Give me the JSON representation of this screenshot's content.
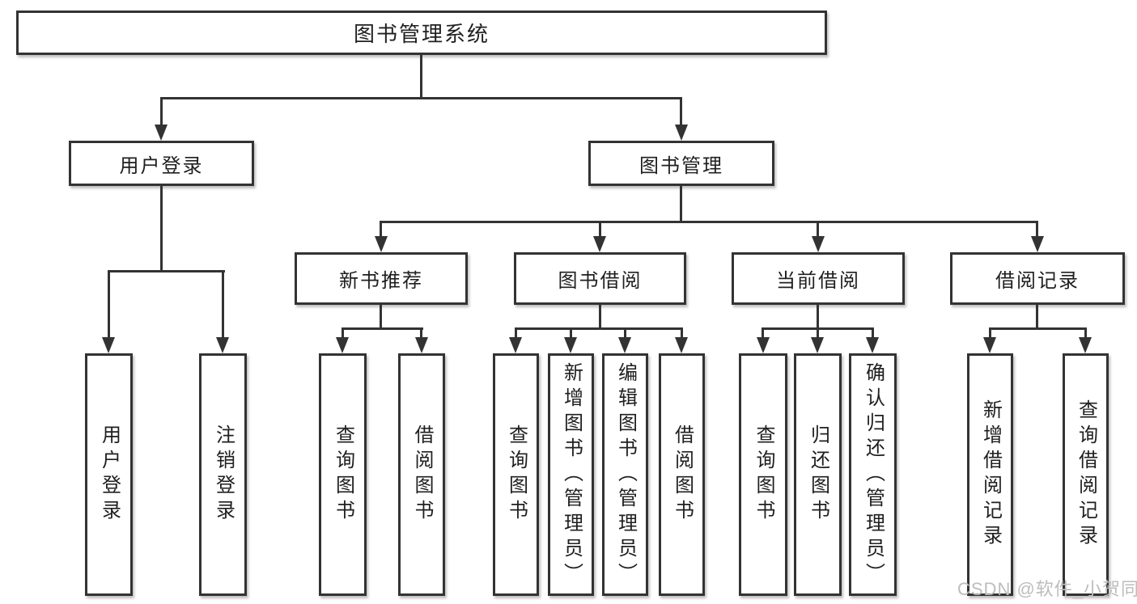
{
  "tree": {
    "label": "图书管理系统",
    "children": [
      {
        "label": "用户登录",
        "children": [
          {
            "label": "用户登录"
          },
          {
            "label": "注销登录"
          }
        ]
      },
      {
        "label": "图书管理",
        "children": [
          {
            "label": "新书推荐",
            "children": [
              {
                "label": "查询图书"
              },
              {
                "label": "借阅图书"
              }
            ]
          },
          {
            "label": "图书借阅",
            "children": [
              {
                "label": "查询图书"
              },
              {
                "label": "新增图书（管理员）"
              },
              {
                "label": "编辑图书（管理员）"
              },
              {
                "label": "借阅图书"
              }
            ]
          },
          {
            "label": "当前借阅",
            "children": [
              {
                "label": "查询图书"
              },
              {
                "label": "归还图书"
              },
              {
                "label": "确认归还（管理员）"
              }
            ]
          },
          {
            "label": "借阅记录",
            "children": [
              {
                "label": "新增借阅记录"
              },
              {
                "label": "查询借阅记录"
              }
            ]
          }
        ]
      }
    ]
  },
  "watermark": {
    "text": "CSDN @软件_小贺同学"
  },
  "colors": {
    "line": "#333333",
    "node_border": "#333333",
    "text": "#1f1f1f",
    "watermark": "#bdbdbd",
    "background": "#ffffff"
  }
}
